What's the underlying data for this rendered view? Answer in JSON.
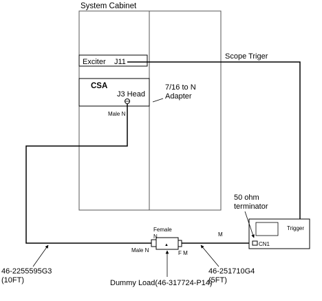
{
  "labels": {
    "system_cabinet": "System Cabinet",
    "scope_trigger": "Scope Triger",
    "exciter": "Exciter",
    "j11": "J11",
    "csa": "CSA",
    "j3_head": "J3 Head",
    "adapter_line1": "7/16 to N",
    "adapter_line2": "Adapter",
    "male_n_top": "Male N",
    "terminator_line1": "50 ohm",
    "terminator_line2": "terminator",
    "trigger": "Trigger",
    "cn1": "CN1",
    "female": "Female",
    "n_top": "N",
    "male_n_bottom": "Male N",
    "fm": "F M",
    "m": "M",
    "cable_left_part": "46-2255595G3",
    "cable_left_len": "(10FT)",
    "cable_right_part": "46-251710G4",
    "cable_right_len": "(5FT)",
    "dummy_load": "Dummy Load(46-317724-P14)"
  },
  "colors": {
    "line": "#000000",
    "frame": "#555555",
    "background": "#ffffff"
  }
}
